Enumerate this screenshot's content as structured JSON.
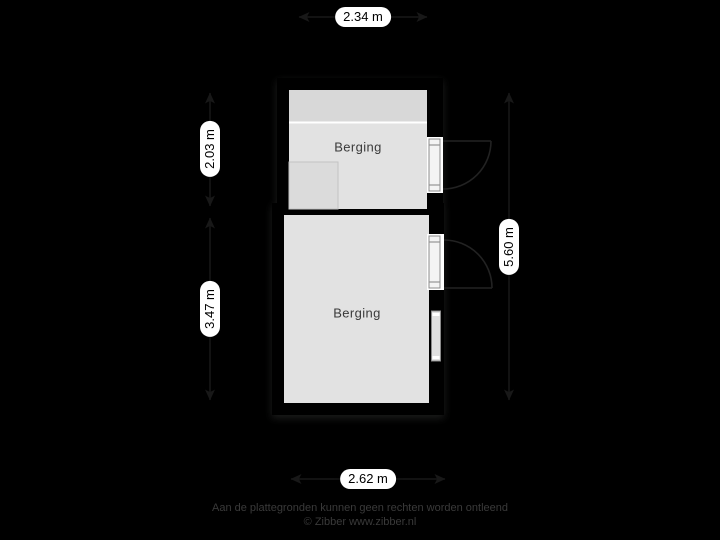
{
  "title": "Floor plan - Berging",
  "rooms": {
    "upper": {
      "label": "Berging"
    },
    "lower": {
      "label": "Berging"
    }
  },
  "dimensions": {
    "top": {
      "label": "2.34 m",
      "orientation": "horizontal"
    },
    "left_upper": {
      "label": "2.03 m",
      "orientation": "vertical"
    },
    "left_lower": {
      "label": "3.47 m",
      "orientation": "vertical"
    },
    "right": {
      "label": "5.60 m",
      "orientation": "vertical"
    },
    "bottom": {
      "label": "2.62 m",
      "orientation": "horizontal"
    }
  },
  "footer": {
    "disclaimer": "Aan de plattegronden kunnen geen rechten worden ontleend",
    "credit": "© Zibber www.zibber.nl"
  },
  "colors": {
    "background": "#000000",
    "wall": "#000000",
    "floor": "#e2e2e2",
    "floor_band": "#d8d8d8",
    "corner_block": "#dbdbdb",
    "door_panel": "#ffffff",
    "window": "#e0e0e0",
    "dimension_line": "#181818",
    "label_pill": "#ffffff",
    "label_text": "#000000"
  }
}
